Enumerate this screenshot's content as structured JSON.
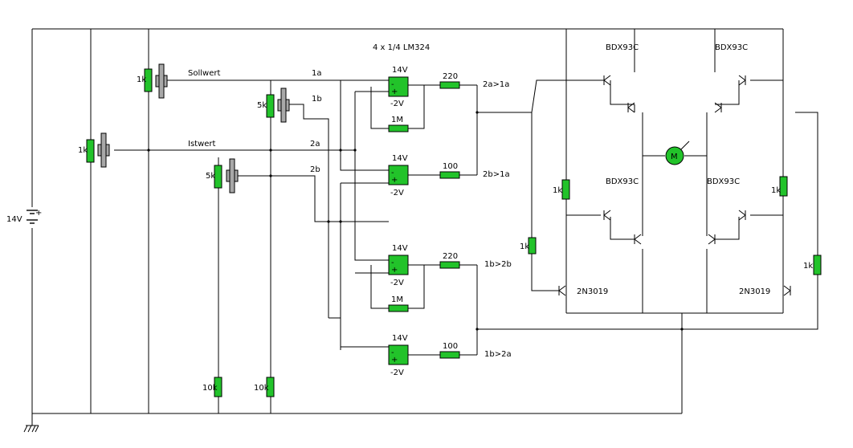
{
  "title": "4 x 1/4 LM324",
  "battery": {
    "label": "14V"
  },
  "signals": {
    "sollwert": "Sollwert",
    "istwert": "Istwert",
    "s1a": "1a",
    "s1b": "1b",
    "s2a": "2a",
    "s2b": "2b"
  },
  "pots": {
    "p1": "1k",
    "p2": "1k",
    "p3": "5k",
    "p4": "5k"
  },
  "resistors": {
    "r10k_a": "10k",
    "r10k_b": "10k",
    "r220_a": "220",
    "r1M_a": "1M",
    "r100_a": "100",
    "r220_b": "220",
    "r1M_b": "1M",
    "r100_b": "100",
    "r1k_lt": "1k",
    "r1k_rt": "1k",
    "r1k_lb": "1k",
    "r1k_rb": "1k"
  },
  "opamps": [
    {
      "vplus": "14V",
      "vminus": "-2V",
      "output": "2a>1a"
    },
    {
      "vplus": "14V",
      "vminus": "-2V",
      "output": "2b>1a"
    },
    {
      "vplus": "14V",
      "vminus": "-2V",
      "output": "1b>2b"
    },
    {
      "vplus": "14V",
      "vminus": "-2V",
      "output": "1b>2a"
    }
  ],
  "transistors": {
    "q_tl": "BDX93C",
    "q_tr": "BDX93C",
    "q_ml": "BDX93C",
    "q_mr": "BDX93C",
    "q_bl": "2N3019",
    "q_br": "2N3019"
  },
  "motor": {
    "label": "M"
  }
}
